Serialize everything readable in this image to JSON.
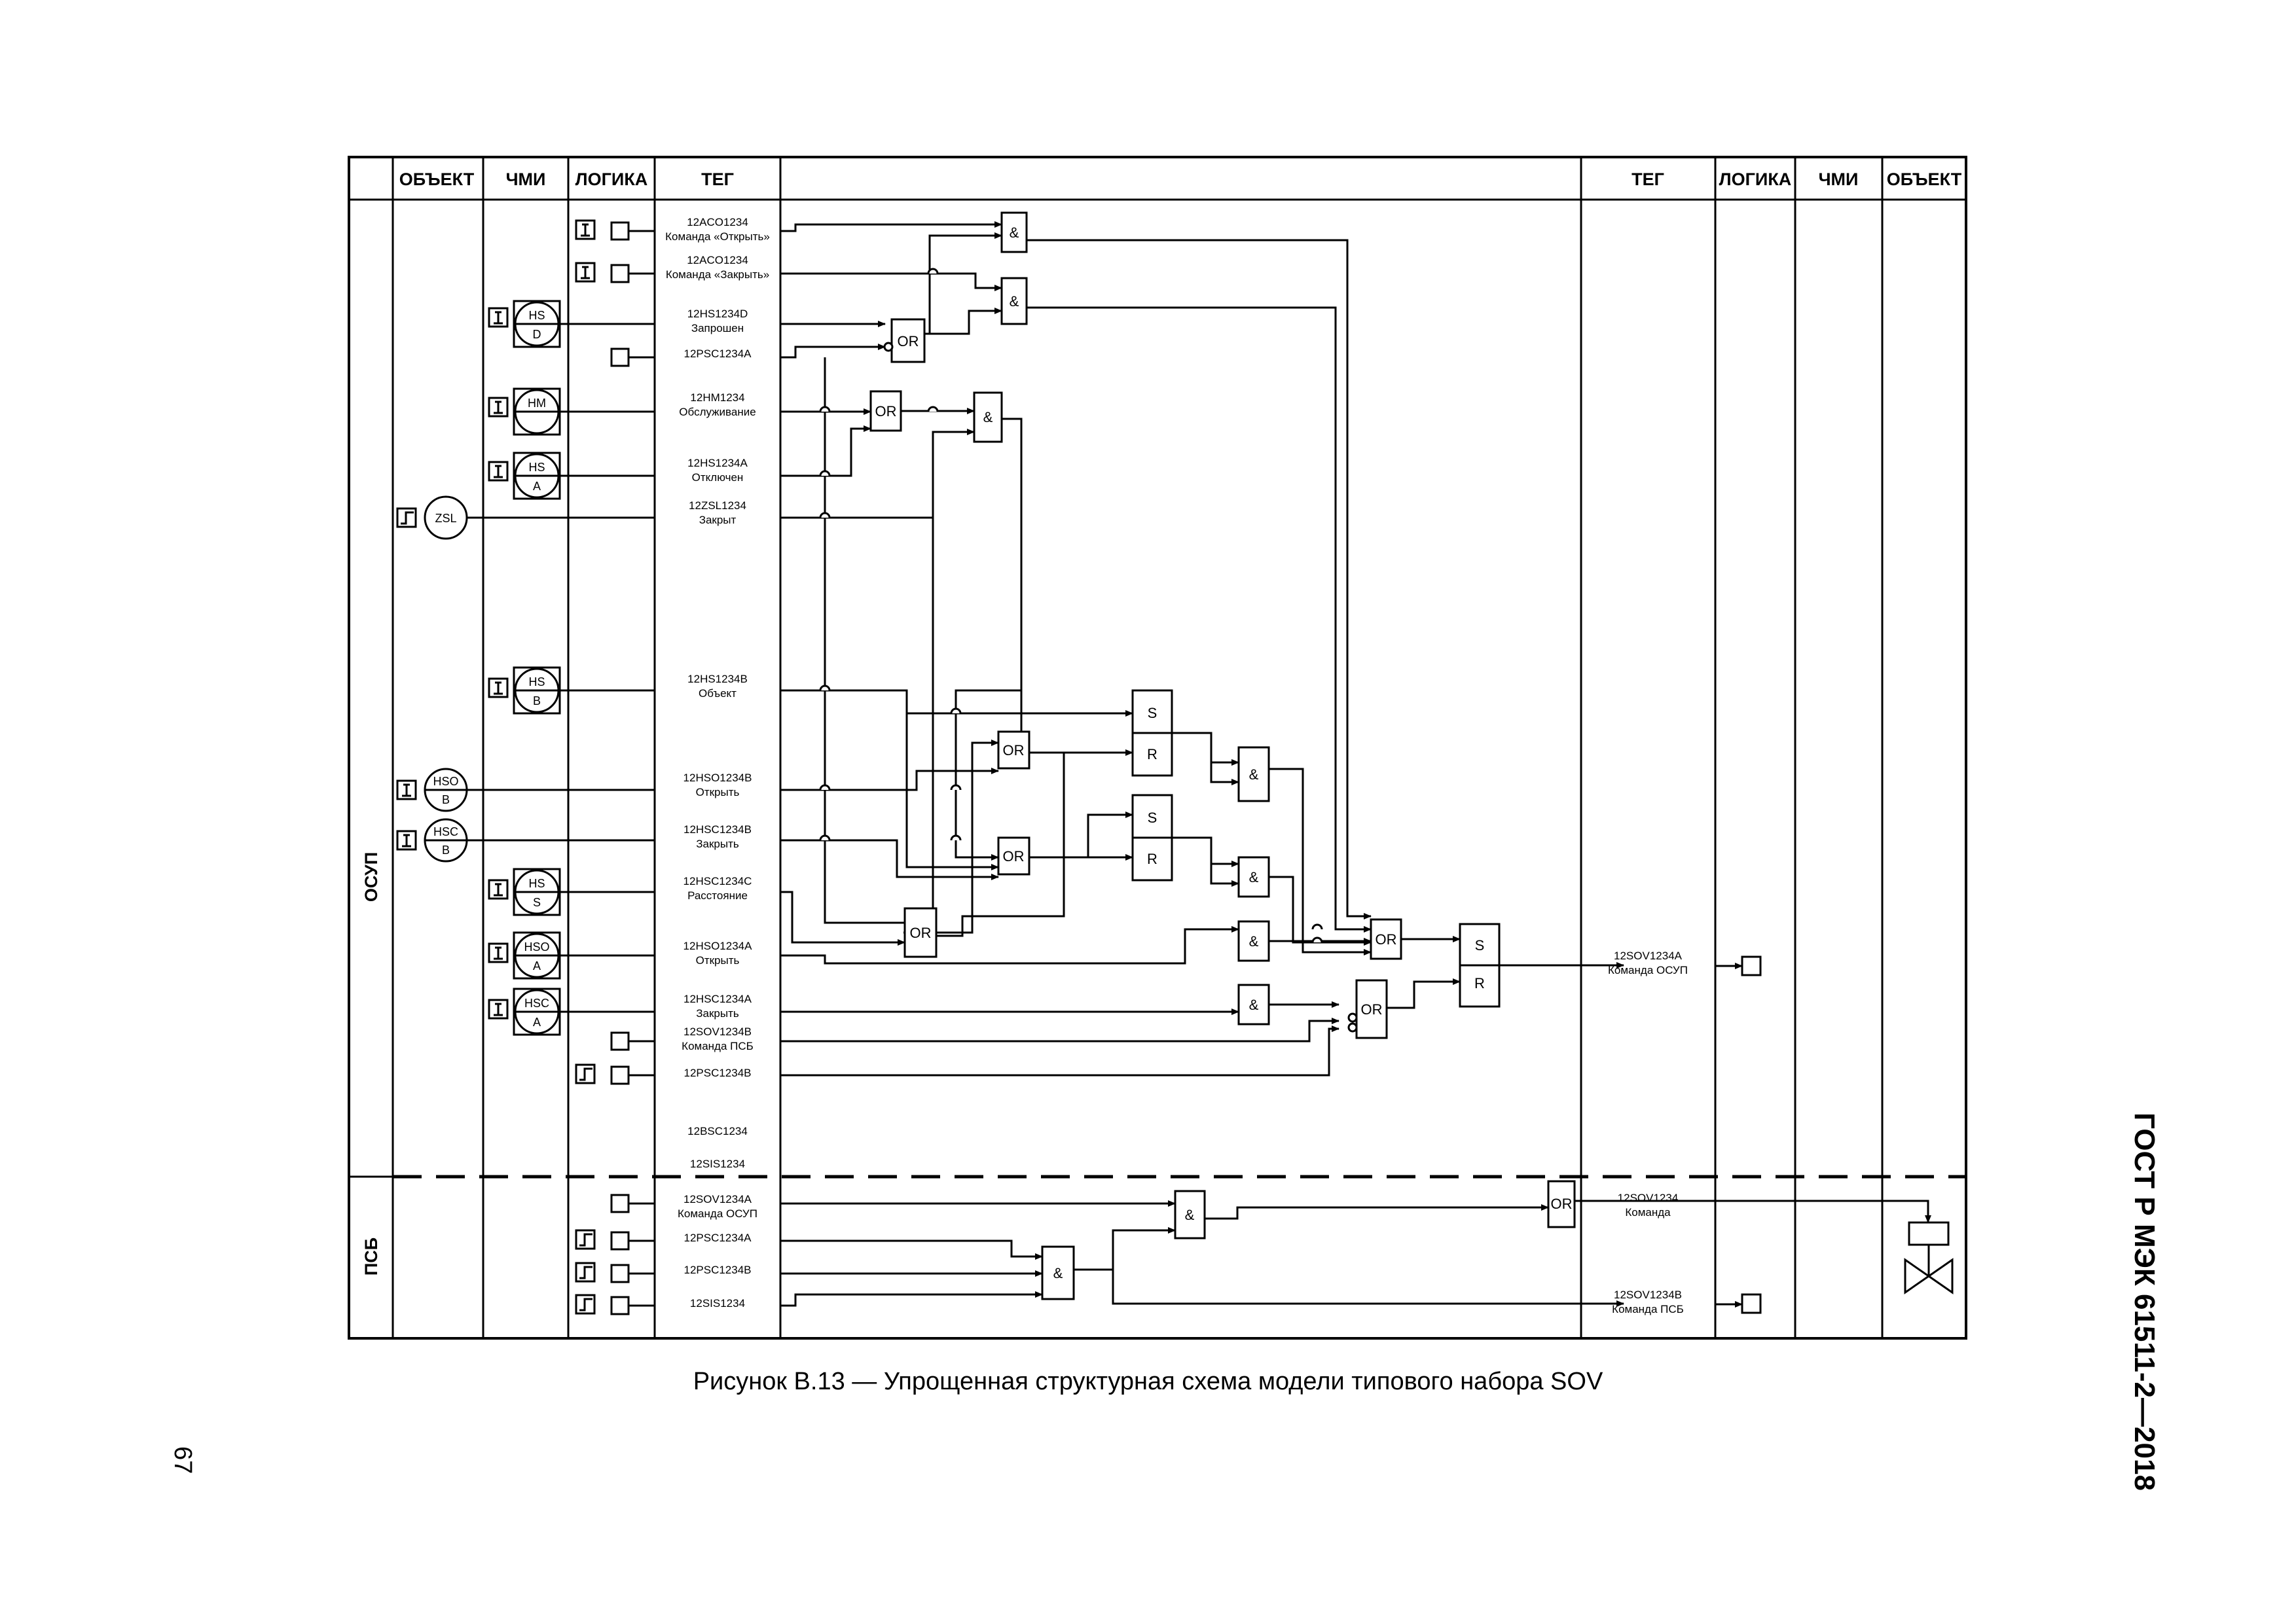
{
  "figure": {
    "caption": "Рисунок В.13 — Упрощенная структурная схема модели типового набора SOV",
    "standard": "ГОСТ Р МЭК 61511-2—2018",
    "page_number": "67"
  },
  "columns_left": [
    "ОБЪЕКТ",
    "ЧМИ",
    "ЛОГИКА",
    "ТЕГ"
  ],
  "columns_right": [
    "ТЕГ",
    "ЛОГИКА",
    "ЧМИ",
    "ОБЪЕКТ"
  ],
  "zones": {
    "upper": "ОСУП",
    "lower": "ПСБ"
  },
  "tags_left": [
    {
      "name": "12ACO1234",
      "desc": "Команда «Открыть»"
    },
    {
      "name": "12ACO1234",
      "desc": "Команда «Закрыть»"
    },
    {
      "name": "12HS1234D",
      "desc": "Запрошен"
    },
    {
      "name": "12PSC1234A",
      "desc": ""
    },
    {
      "name": "12HM1234",
      "desc": "Обслуживание"
    },
    {
      "name": "12HS1234A",
      "desc": "Отключен"
    },
    {
      "name": "12ZSL1234",
      "desc": "Закрыт"
    },
    {
      "name": "12HS1234B",
      "desc": "Объект"
    },
    {
      "name": "12HSO1234B",
      "desc": "Открыть"
    },
    {
      "name": "12HSC1234B",
      "desc": "Закрыть"
    },
    {
      "name": "12HSC1234C",
      "desc": "Расстояние"
    },
    {
      "name": "12HSO1234A",
      "desc": "Открыть"
    },
    {
      "name": "12HSC1234A",
      "desc": "Закрыть"
    },
    {
      "name": "12SOV1234B",
      "desc": "Команда ПСБ"
    },
    {
      "name": "12PSC1234B",
      "desc": ""
    },
    {
      "name": "12BSC1234",
      "desc": ""
    },
    {
      "name": "12SIS1234",
      "desc": ""
    },
    {
      "name": "12SOV1234A",
      "desc": "Команда ОСУП"
    },
    {
      "name": "12PSC1234A",
      "desc": ""
    },
    {
      "name": "12PSC1234B",
      "desc": ""
    },
    {
      "name": "12SIS1234",
      "desc": ""
    }
  ],
  "tags_right": [
    {
      "name": "12SOV1234A",
      "desc": "Команда ОСУП"
    },
    {
      "name": "12SOV1234",
      "desc": "Команда"
    },
    {
      "name": "12SOV1234B",
      "desc": "Команда ПСБ"
    }
  ],
  "hmi_symbols": [
    {
      "top": "HS",
      "bottom": "D"
    },
    {
      "top": "HM",
      "bottom": ""
    },
    {
      "top": "HS",
      "bottom": "A"
    },
    {
      "top": "HS",
      "bottom": "B"
    },
    {
      "top": "HS",
      "bottom": "S"
    },
    {
      "top": "HSO",
      "bottom": "A"
    },
    {
      "top": "HSC",
      "bottom": "A"
    }
  ],
  "object_symbols": [
    {
      "top": "ZSL",
      "bottom": ""
    },
    {
      "top": "HSO",
      "bottom": "B"
    },
    {
      "top": "HSC",
      "bottom": "B"
    }
  ],
  "logic_labels": {
    "and": "&",
    "or": "OR",
    "set": "S",
    "reset": "R"
  }
}
